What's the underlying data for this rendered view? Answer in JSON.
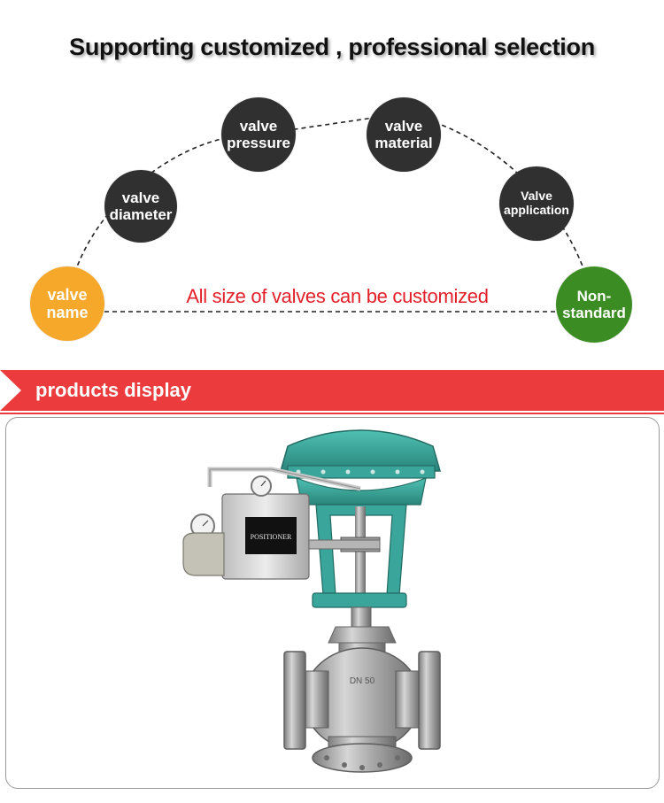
{
  "headline": "Supporting customized , professional selection",
  "nodes": {
    "name": "valve\nname",
    "diameter": "valve\ndiameter",
    "pressure": "valve\npressure",
    "material": "valve\nmaterial",
    "application": "Valve\napplication",
    "nonstandard": "Non-\nstandard"
  },
  "customized_text": "All size of valves can be customized",
  "banner": {
    "title": "products display"
  },
  "product": {
    "positioner_label": "POSITIONER",
    "body_marking": "DN 50"
  },
  "colors": {
    "accent_red": "#ec3b3c",
    "node_dark": "#303030",
    "node_orange": "#f6a82a",
    "node_green": "#3b8d23",
    "actuator_teal": "#3aa59a"
  }
}
